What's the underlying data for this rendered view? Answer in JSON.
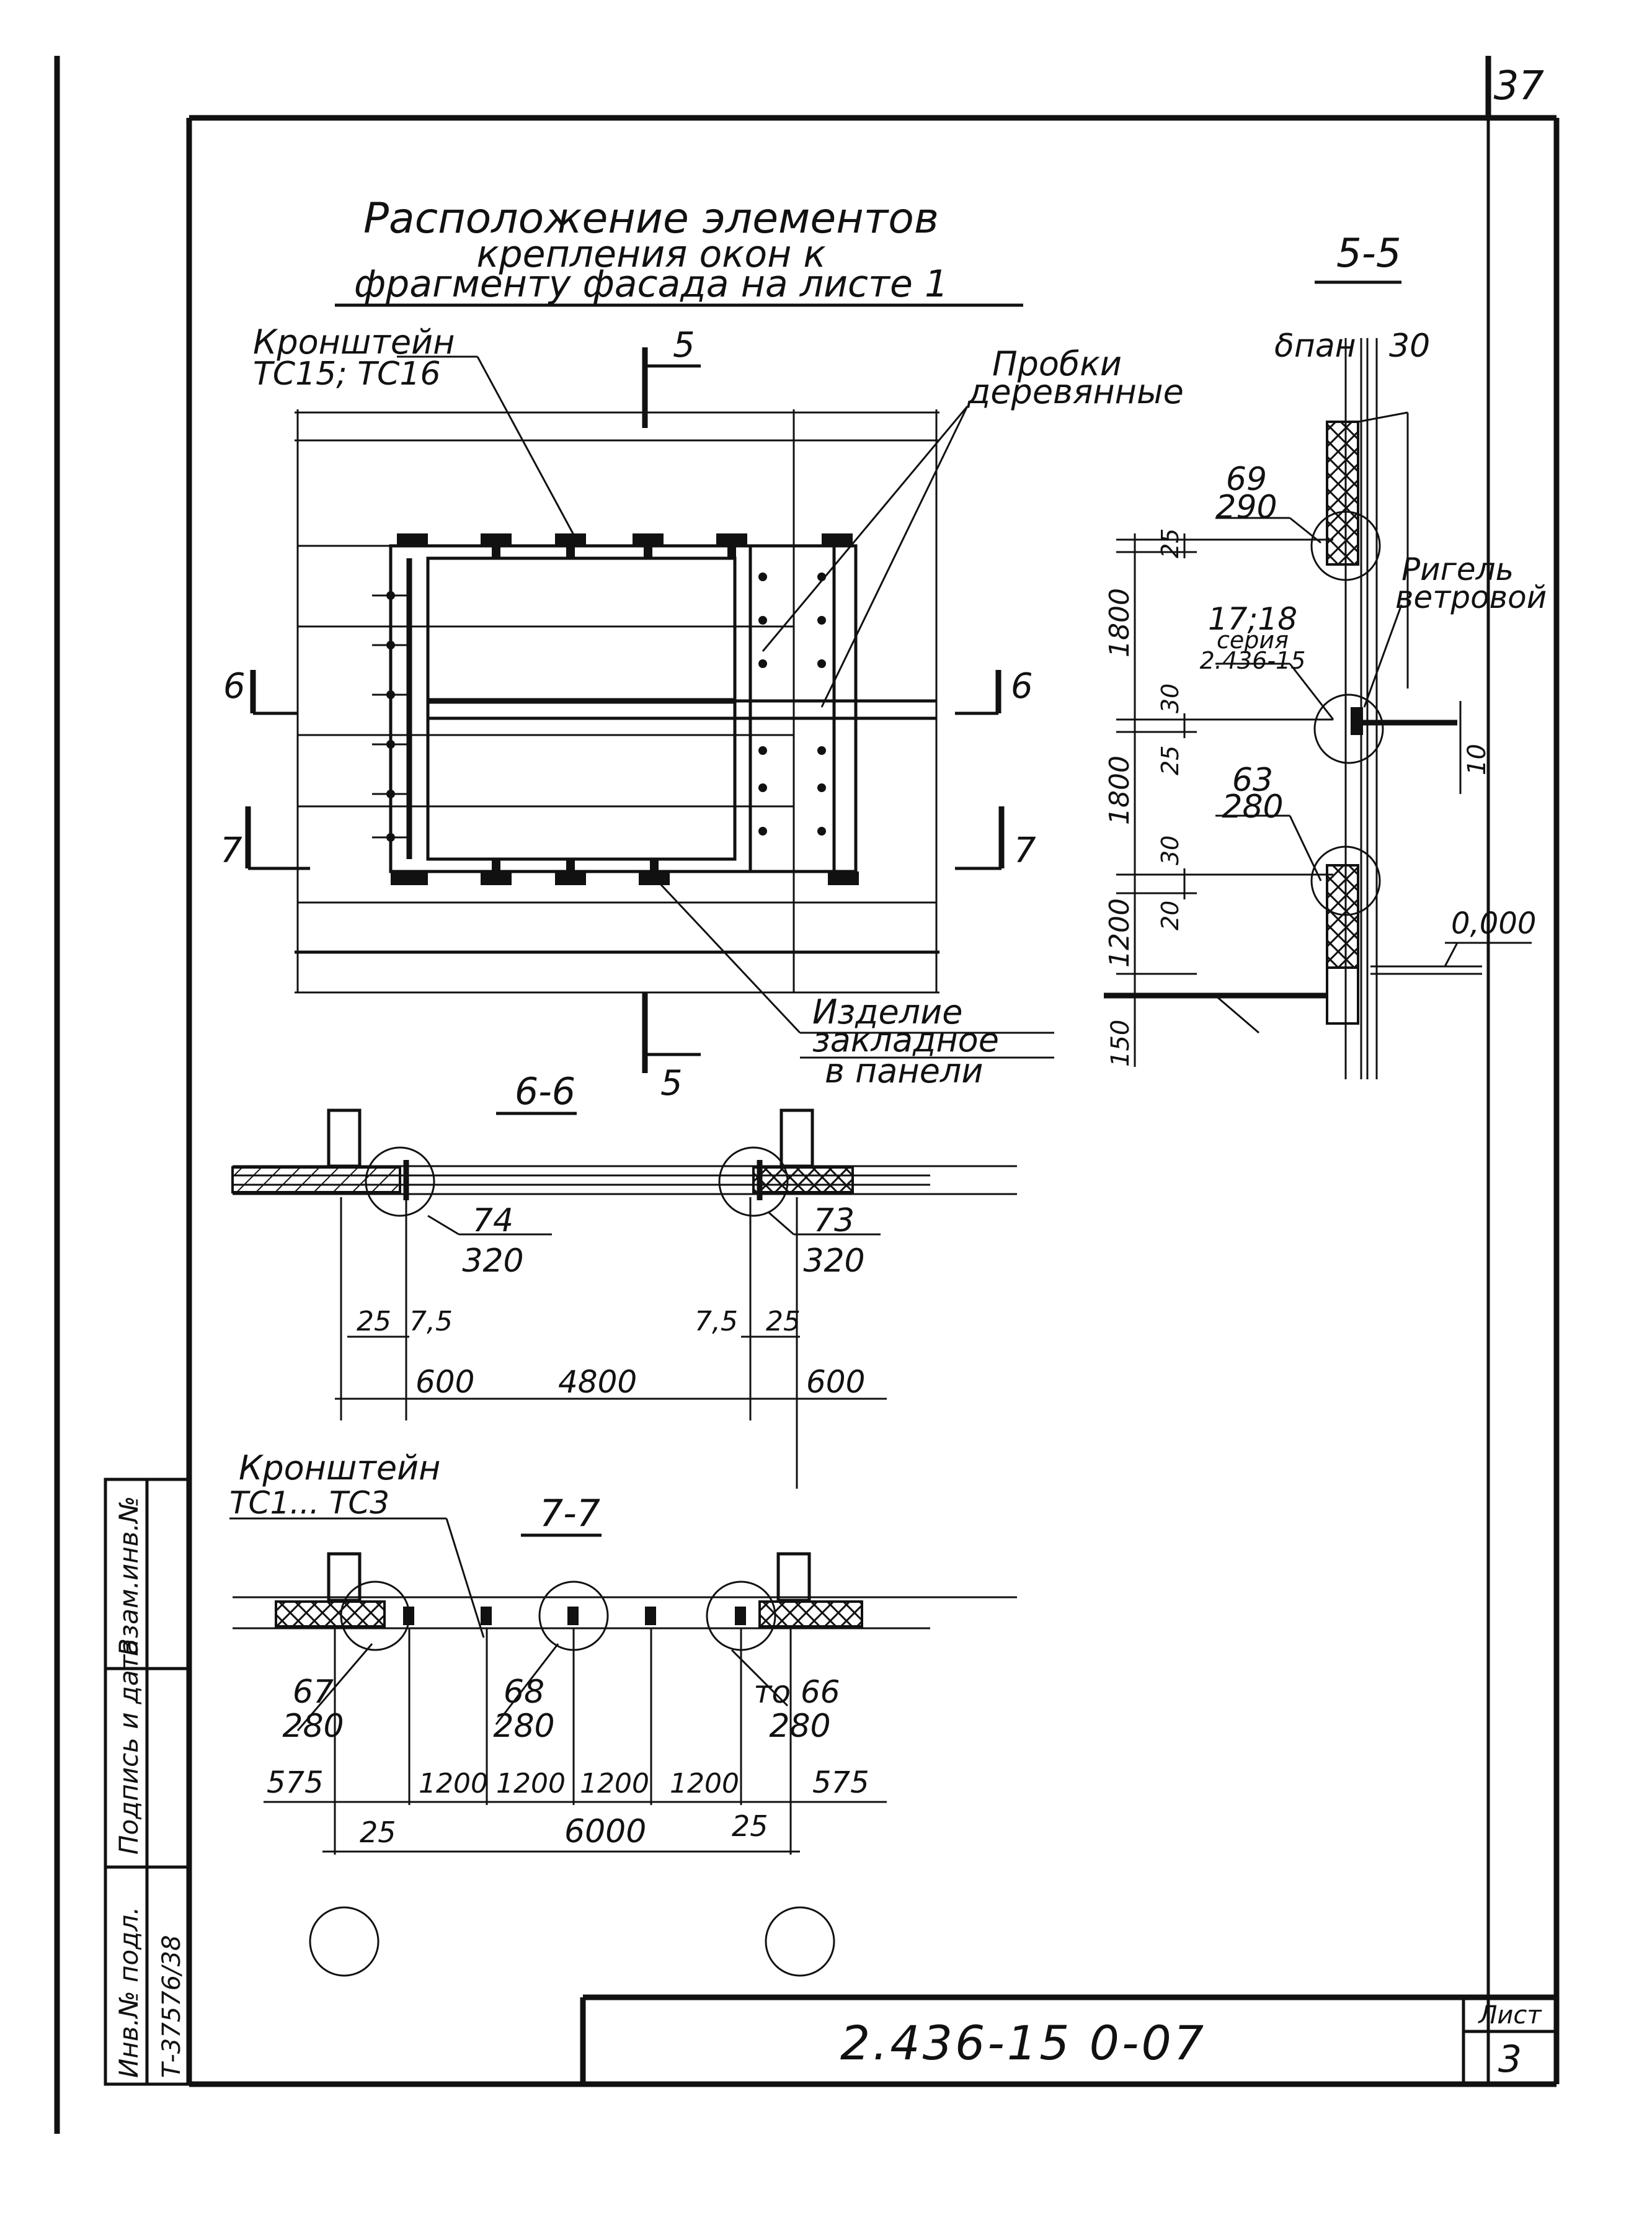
{
  "sheet": {
    "page_number": "37",
    "title_lines": [
      "Расположение элементов",
      "крепления окон к",
      "фрагменту фасада на листе 1"
    ],
    "doc_code": "2.436-15 0-07",
    "sheet_label": "Лист",
    "sheet_number": "3"
  },
  "sidebar": {
    "labels": [
      "Взам.инв.№",
      "Подпись и дата",
      "Инв.№ подл."
    ],
    "inv_number": "Т-37576/38"
  },
  "plan": {
    "bracket_label": "Кронштейн",
    "bracket_marks": "ТС15; ТС16",
    "plugs_label_1": "Пробки",
    "plugs_label_2": "деревянные",
    "embed_label_1": "Изделие",
    "embed_label_2": "закладное",
    "embed_label_3": "в панели",
    "cut_5": "5",
    "cut_6": "6",
    "cut_7": "7"
  },
  "section_55": {
    "title": "5-5",
    "top_label": "δпан",
    "top_dim": "30",
    "ref1_top": "69",
    "ref1_bot": "290",
    "ref2_top": "17;18",
    "ref2_mid": "серия",
    "ref2_bot": "2.436-15",
    "ref3_top": "63",
    "ref3_bot": "280",
    "rigel_1": "Ригель",
    "rigel_2": "ветровой",
    "dims_left": [
      "25",
      "1800",
      "30",
      "25",
      "1800",
      "30",
      "20",
      "1200",
      "150"
    ],
    "dim_10": "10",
    "level": "0,000"
  },
  "section_66": {
    "title": "6-6",
    "ref_a_top": "74",
    "ref_a_bot": "320",
    "ref_b_top": "73",
    "ref_b_bot": "320",
    "dims": [
      "25",
      "7,5",
      "7,5",
      "25",
      "600",
      "4800",
      "600"
    ]
  },
  "section_77": {
    "title": "7-7",
    "bracket_label": "Кронштейн",
    "bracket_marks": "ТС1... ТС3",
    "ref_a_top": "67",
    "ref_a_bot": "280",
    "ref_b_top": "68",
    "ref_b_bot": "280",
    "ref_c_top": "то 66",
    "ref_c_bot": "280",
    "dims": [
      "575",
      "1200",
      "1200",
      "1200",
      "1200",
      "575",
      "25",
      "6000",
      "25"
    ]
  }
}
